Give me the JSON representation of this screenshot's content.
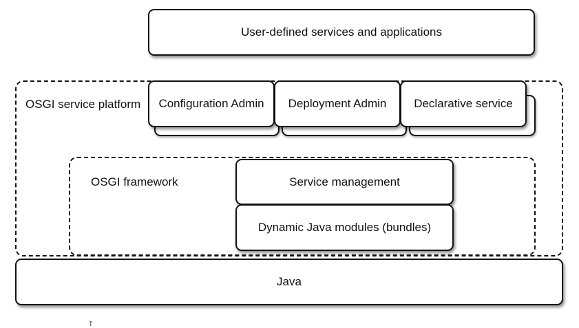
{
  "top_layer": {
    "label": "User-defined services and applications"
  },
  "service_platform": {
    "label": "OSGI service platform",
    "services": [
      {
        "label": "Configuration Admin"
      },
      {
        "label": "Deployment Admin"
      },
      {
        "label": "Declarative service"
      }
    ]
  },
  "framework": {
    "label": "OSGI framework",
    "layers": [
      {
        "label": "Service management"
      },
      {
        "label": "Dynamic Java modules (bundles)"
      }
    ]
  },
  "base_layer": {
    "label": "Java"
  },
  "stray_mark": "T"
}
